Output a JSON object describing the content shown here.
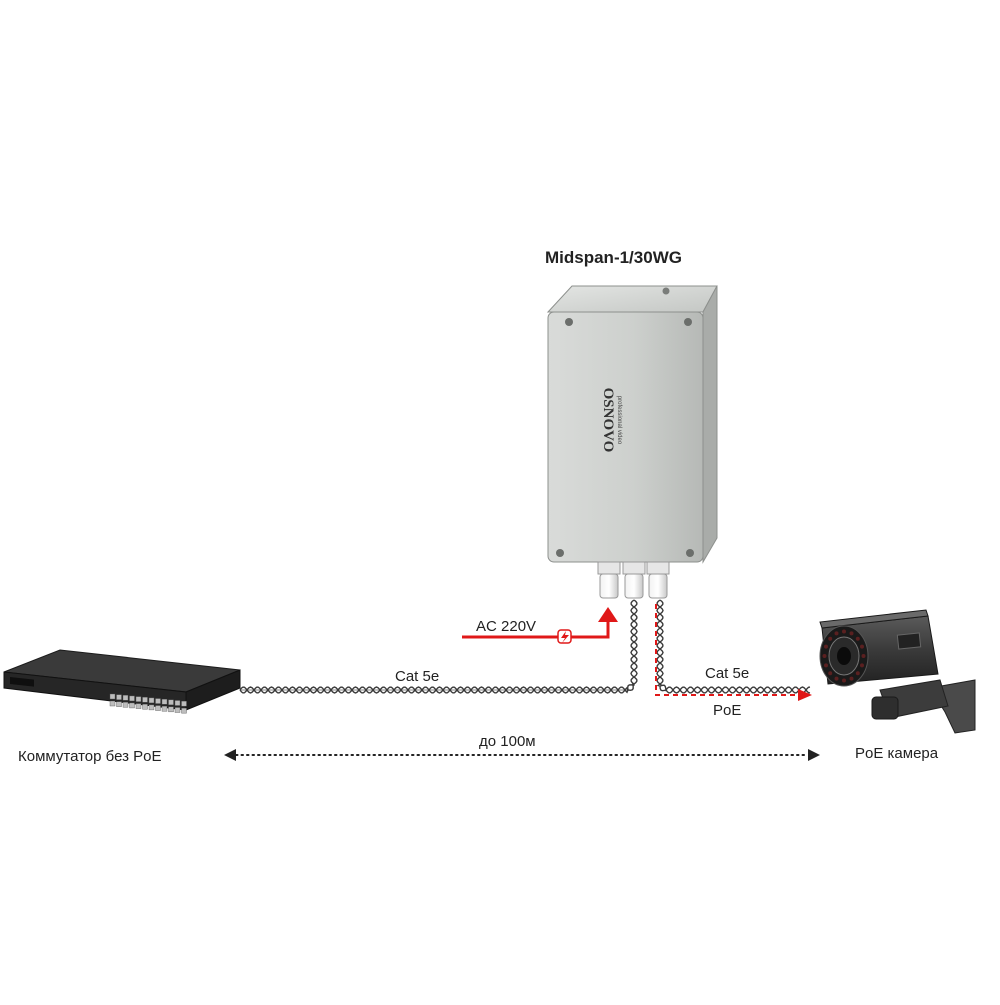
{
  "device": {
    "title": "Midspan-1/30WG",
    "brand": "OSNOVO",
    "brand_sub": "professional video"
  },
  "labels": {
    "switch": "Коммутатор без PoE",
    "camera": "PoE камера",
    "cable_left": "Cat 5e",
    "cable_right": "Cat 5e",
    "poe": "PoE",
    "power": "AC 220V",
    "distance": "до 100м"
  },
  "colors": {
    "power_line": "#e01818",
    "poe_line": "#e01818",
    "cable": "#3a3a3a",
    "enclosure": "#cfd2cf",
    "switch_body": "#2a2a2a",
    "camera_body": "#3c3c3c"
  },
  "icons": {
    "power": "lightning-icon"
  }
}
